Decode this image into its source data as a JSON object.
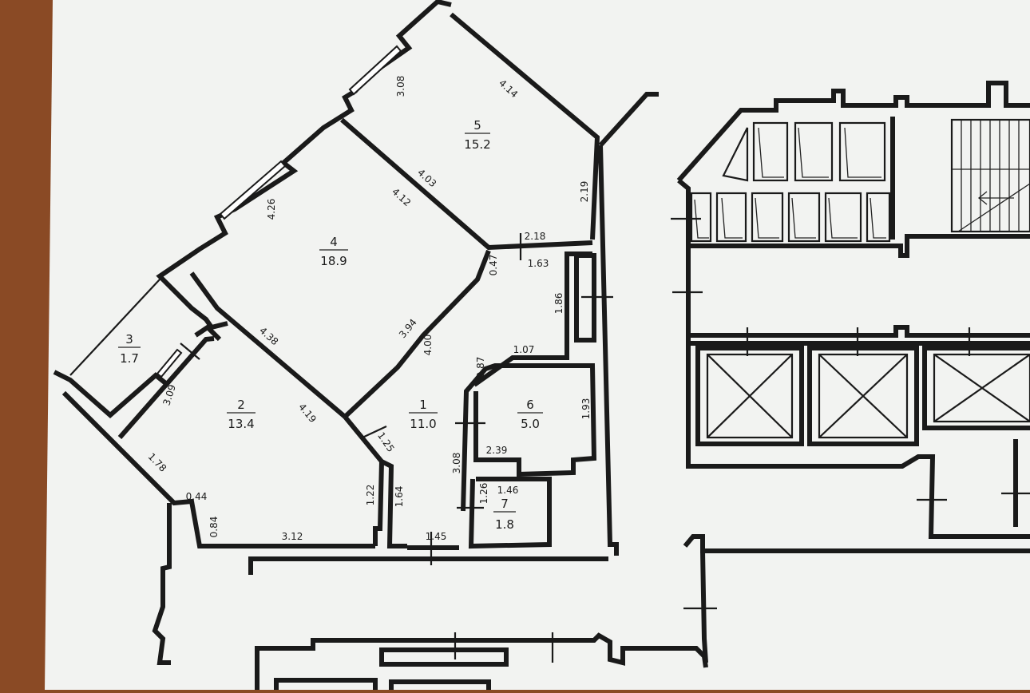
{
  "colors": {
    "paper": "#f2f3f1",
    "line": "#1a1a1a",
    "background": "#8a4a25"
  },
  "rooms": [
    {
      "number": "1",
      "area": "11.0"
    },
    {
      "number": "2",
      "area": "13.4"
    },
    {
      "number": "3",
      "area": "1.7"
    },
    {
      "number": "4",
      "area": "18.9"
    },
    {
      "number": "5",
      "area": "15.2"
    },
    {
      "number": "6",
      "area": "5.0"
    },
    {
      "number": "7",
      "area": "1.8"
    }
  ],
  "dimensions": {
    "r5_top_left": "3.08",
    "r5_top_right": "4.14",
    "r5_diag": "4.03",
    "r5_right": "2.19",
    "r4_top": "4.26",
    "r4_inner": "4.12",
    "r4_left": "4.38",
    "r4_right_a": "3.94",
    "r4_right_b": "4.00",
    "hall_top": "2.18",
    "hall_top_b": "1.63",
    "hall_jog": "0.47",
    "hall_right": "1.86",
    "hall_mid": "1.07",
    "hall_mid_b": "0.87",
    "r6_right": "1.93",
    "r6_bottom": "2.39",
    "r1_left_a": "1.25",
    "r1_left_b": "1.64",
    "r1_bottom": "1.45",
    "r7_left_a": "3.08",
    "r7_left_b": "1.26",
    "r7_top": "1.46",
    "r2_top_left": "3.09",
    "r2_diag": "4.19",
    "r2_left": "1.78",
    "r2_jog": "0.44",
    "r2_jog_b": "0.84",
    "r2_bottom": "3.12",
    "r2_right": "1.22"
  }
}
